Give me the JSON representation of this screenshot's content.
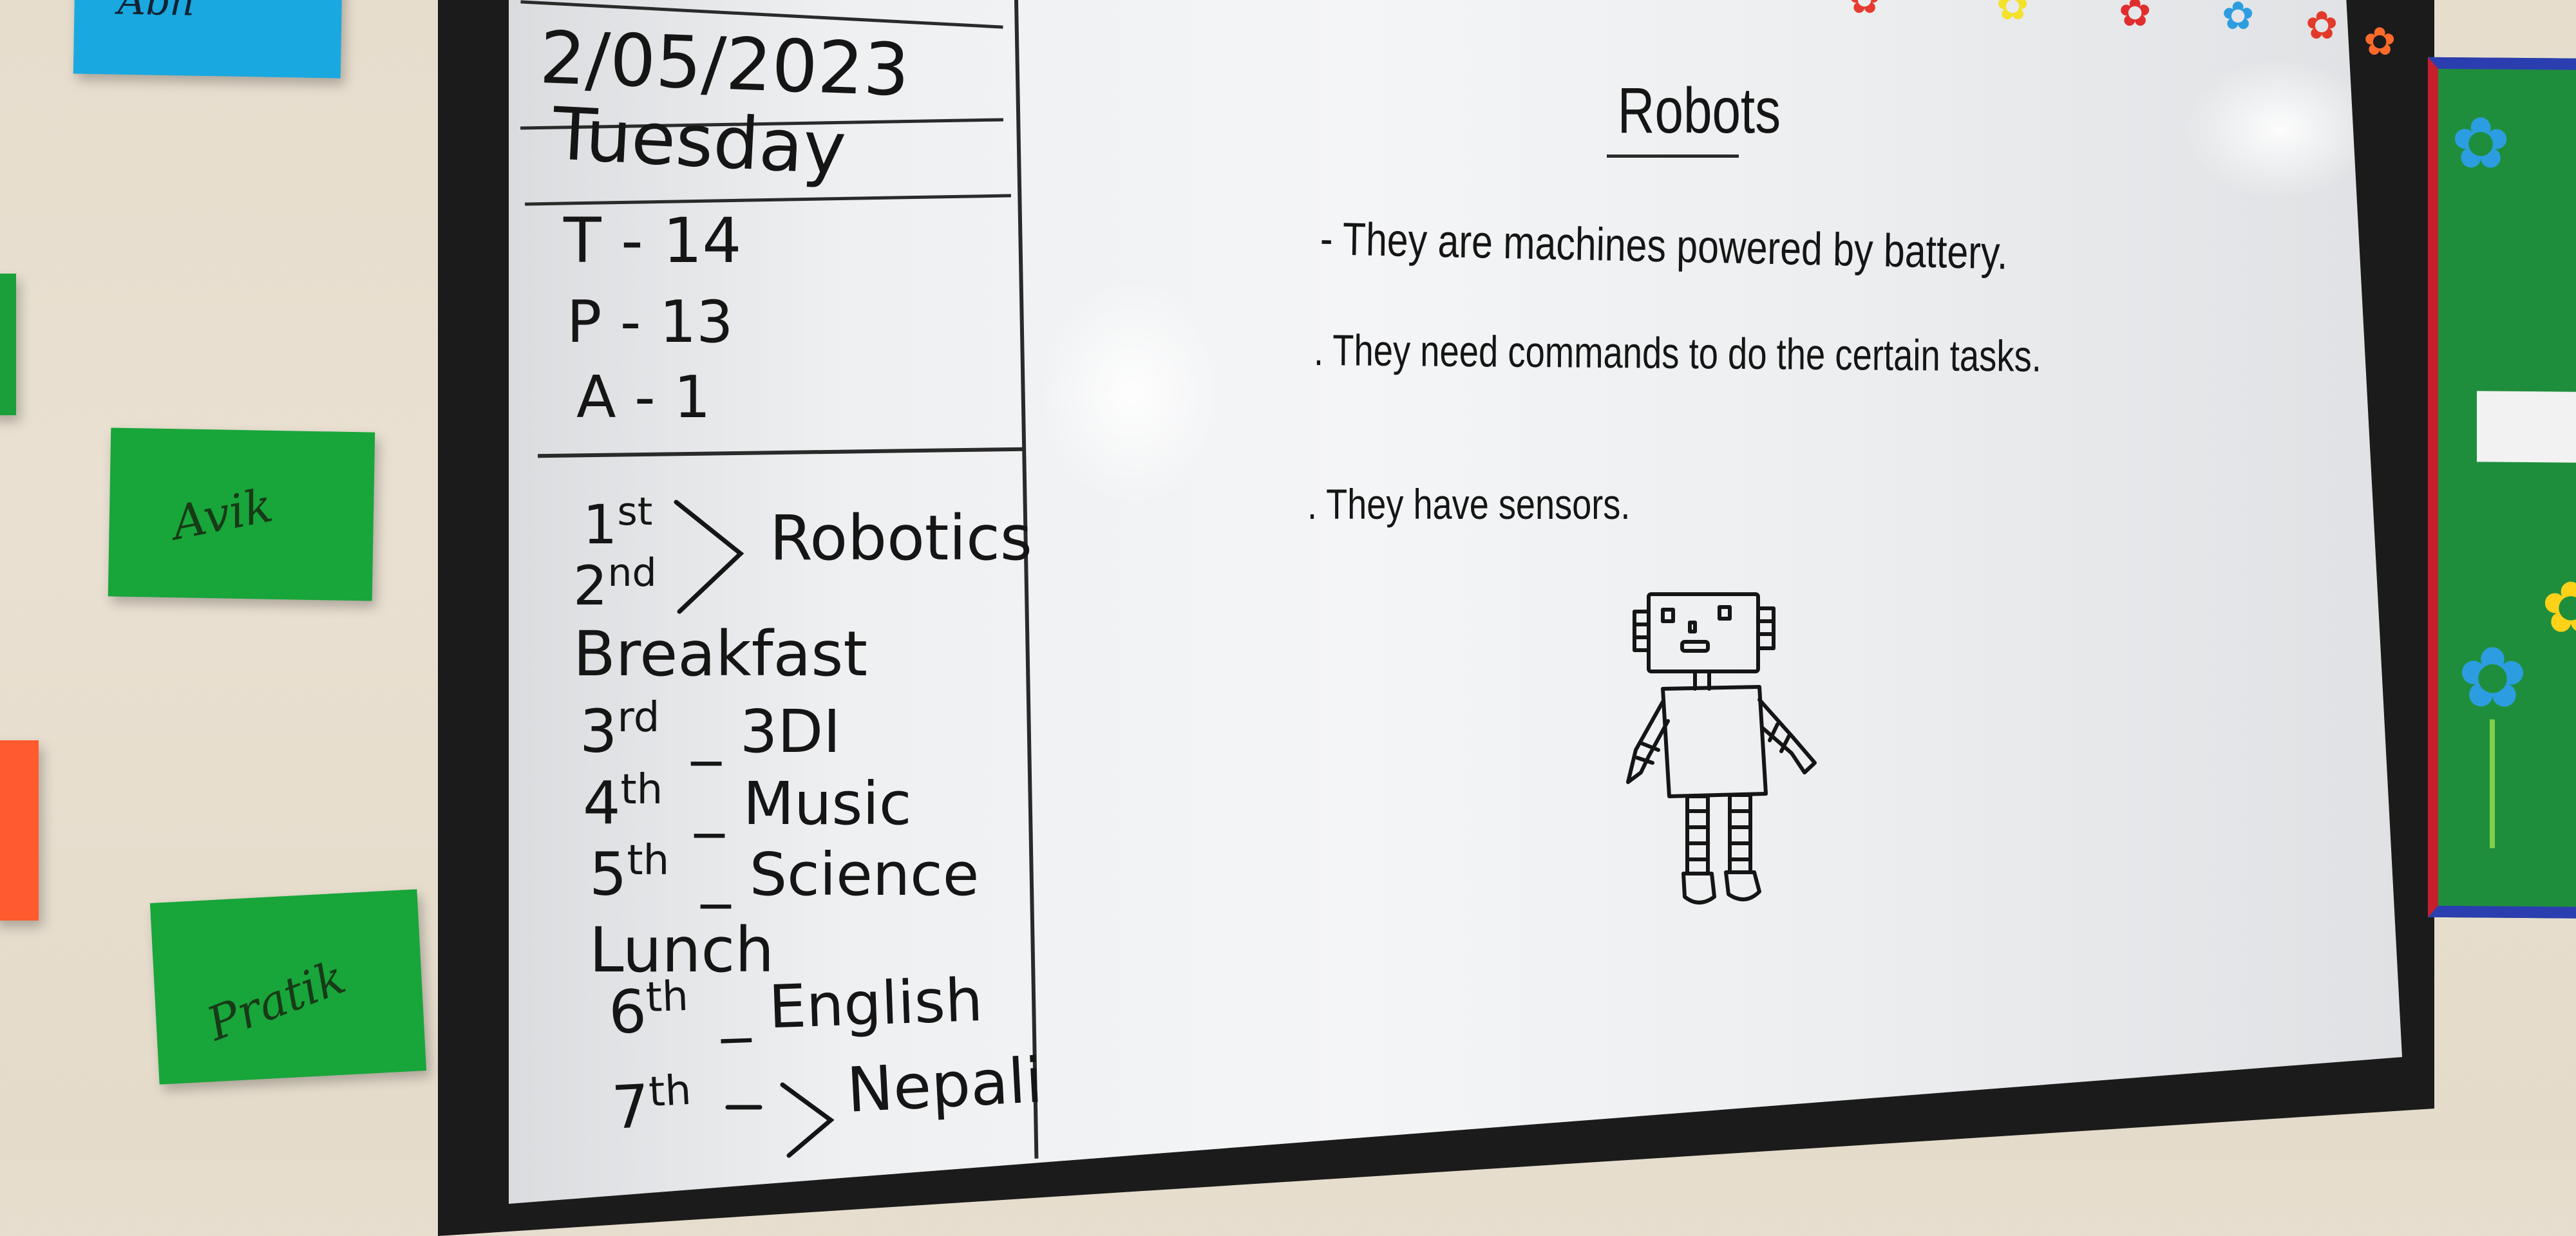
{
  "wall_notes": {
    "top_cut": "Abh",
    "avik": "Avik",
    "pratik": "Pratik"
  },
  "schedule": {
    "date": "2/05/2023",
    "day": "Tuesday",
    "attendance": [
      "T - 14",
      "P - 13",
      "A - 1"
    ],
    "periods": [
      {
        "sup": "st",
        "num": "1"
      },
      {
        "sup": "nd",
        "num": "2"
      }
    ],
    "robotics_label": "Robotics",
    "breakfast": "Breakfast",
    "lines": [
      {
        "num": "3",
        "sup": "rd",
        "text": "_ 3DI"
      },
      {
        "num": "4",
        "sup": "th",
        "text": "_ Music"
      },
      {
        "num": "5",
        "sup": "th",
        "text": "_ Science"
      }
    ],
    "lunch": "Lunch",
    "after_lunch": [
      {
        "num": "6",
        "sup": "th",
        "text": "_ English"
      },
      {
        "num": "7",
        "sup": "th",
        "text": "Nepali"
      }
    ]
  },
  "lesson": {
    "title": "Robots",
    "points": [
      "- They  are  machines  powered  by  battery.",
      ". They  need  commands  to  do  the  certain  tasks.",
      ". They  have  sensors."
    ]
  },
  "colors": {
    "marker": "#151515",
    "board_frame": "#1b1b1b",
    "note_green": "#18a53a",
    "note_blue": "#1aa8e0",
    "note_orange": "#ff5b2e"
  }
}
